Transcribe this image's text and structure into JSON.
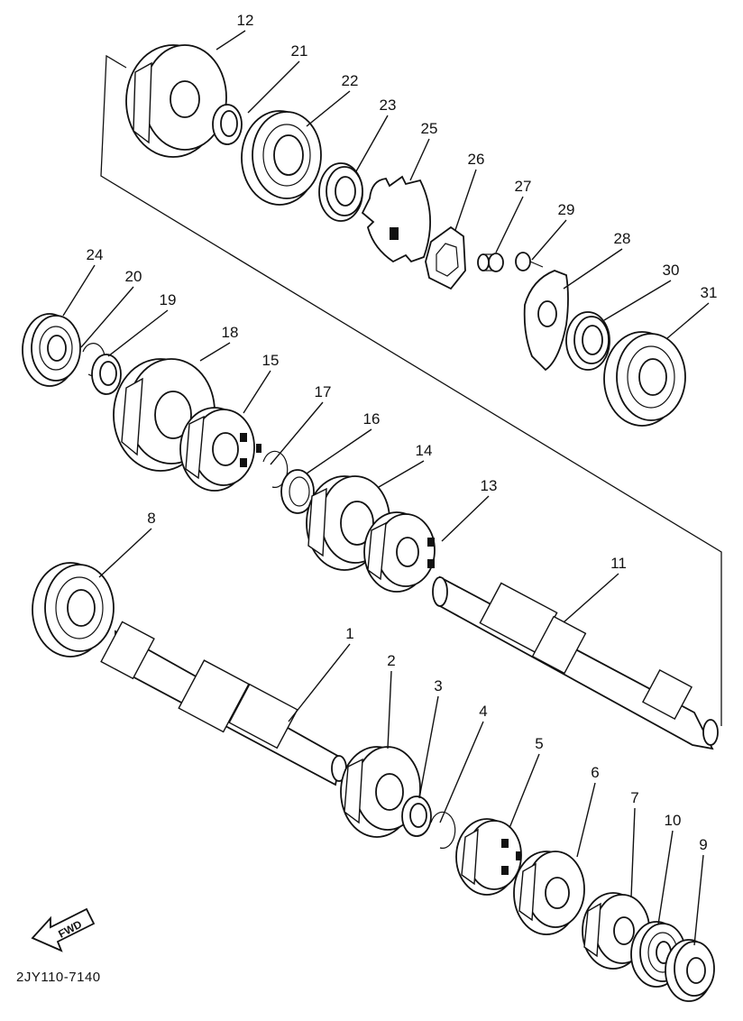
{
  "diagram_code": "2JY110-7140",
  "direction_label": "FWD",
  "callouts": [
    {
      "id": "p12",
      "label": "12"
    },
    {
      "id": "p21",
      "label": "21"
    },
    {
      "id": "p22",
      "label": "22"
    },
    {
      "id": "p23",
      "label": "23"
    },
    {
      "id": "p25",
      "label": "25"
    },
    {
      "id": "p26",
      "label": "26"
    },
    {
      "id": "p27",
      "label": "27"
    },
    {
      "id": "p29",
      "label": "29"
    },
    {
      "id": "p28",
      "label": "28"
    },
    {
      "id": "p30",
      "label": "30"
    },
    {
      "id": "p31",
      "label": "31"
    },
    {
      "id": "p24",
      "label": "24"
    },
    {
      "id": "p20",
      "label": "20"
    },
    {
      "id": "p19",
      "label": "19"
    },
    {
      "id": "p18",
      "label": "18"
    },
    {
      "id": "p15",
      "label": "15"
    },
    {
      "id": "p17",
      "label": "17"
    },
    {
      "id": "p16",
      "label": "16"
    },
    {
      "id": "p14",
      "label": "14"
    },
    {
      "id": "p13",
      "label": "13"
    },
    {
      "id": "p8",
      "label": "8"
    },
    {
      "id": "p11",
      "label": "11"
    },
    {
      "id": "p1",
      "label": "1"
    },
    {
      "id": "p2",
      "label": "2"
    },
    {
      "id": "p3",
      "label": "3"
    },
    {
      "id": "p4",
      "label": "4"
    },
    {
      "id": "p5",
      "label": "5"
    },
    {
      "id": "p6",
      "label": "6"
    },
    {
      "id": "p7",
      "label": "7"
    },
    {
      "id": "p10",
      "label": "10"
    },
    {
      "id": "p9",
      "label": "9"
    }
  ]
}
